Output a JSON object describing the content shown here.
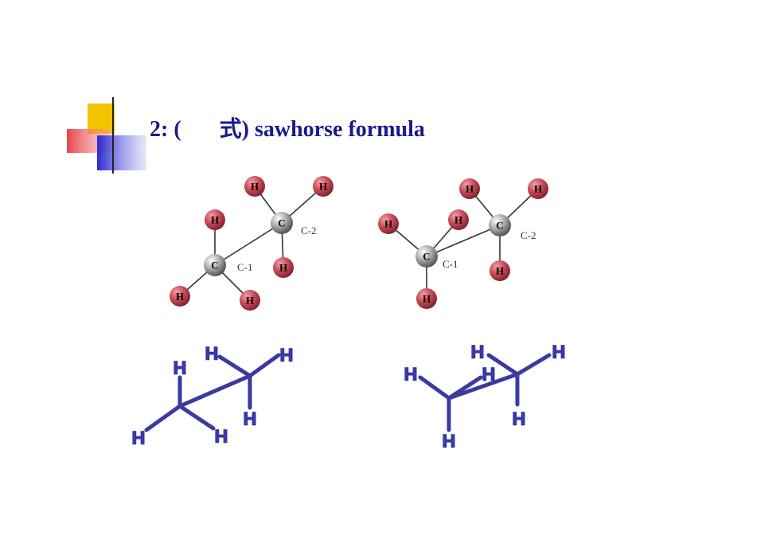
{
  "slide": {
    "title_prefix": "2: (",
    "title_cjk": "式",
    "title_suffix": ") sawhorse formula"
  },
  "models": {
    "atom_h": "H",
    "atom_c": "C",
    "label_c1": "C-1",
    "label_c2": "C-2"
  },
  "sawhorse": {
    "h": "H"
  },
  "colors": {
    "title": "#1a1a8c",
    "hydrogen": "#c0505a",
    "carbon": "#9a9a9a",
    "bond_line": "#3a3aa0",
    "accent_yellow": "#f5c400",
    "accent_red": "#e8434a",
    "accent_blue": "#3333cc"
  }
}
